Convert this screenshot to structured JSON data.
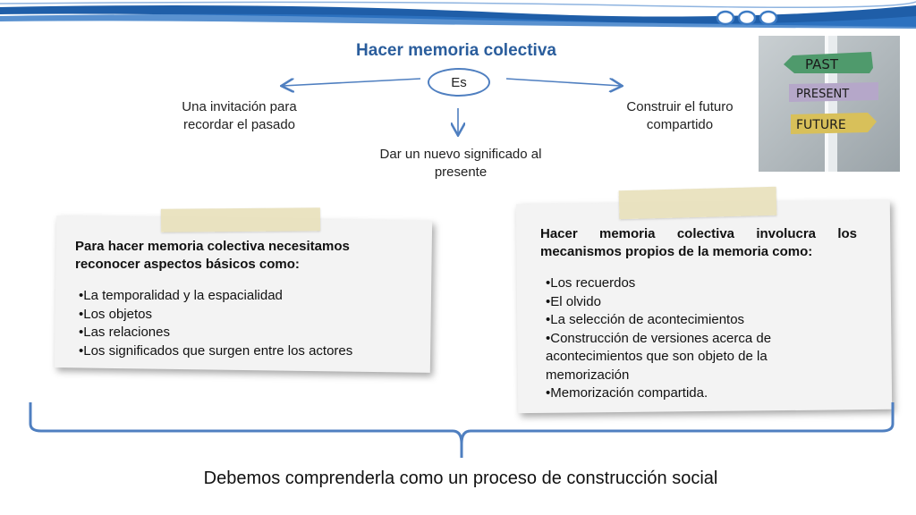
{
  "header": {
    "band_color": "#1f5ea8",
    "circles_color": "#3d7bc4"
  },
  "title": "Hacer memoria colectiva",
  "center_label": "Es",
  "branches": {
    "left": "Una invitación para recordar el pasado",
    "center": "Dar un nuevo significado al presente",
    "right": "Construir el futuro compartido"
  },
  "photo": {
    "signs": [
      "PAST",
      "PRESENT",
      "FUTURE"
    ]
  },
  "left_note": {
    "heading": "Para hacer memoria colectiva necesitamos reconocer aspectos básicos como:",
    "items": [
      "•La temporalidad y la espacialidad",
      "•Los objetos",
      "•Las relaciones",
      "•Los significados que surgen entre los actores"
    ]
  },
  "right_note": {
    "heading_line1": "Hacer memoria colectiva involucra los",
    "heading_line2": "mecanismos propios de la memoria como:",
    "items": [
      "•Los recuerdos",
      "•El olvido",
      "•La selección de acontecimientos",
      "•Construcción de versiones acerca de acontecimientos  que son objeto de la memorización",
      "•Memorización compartida."
    ]
  },
  "conclusion": "Debemos comprenderla como un proceso de construcción social"
}
